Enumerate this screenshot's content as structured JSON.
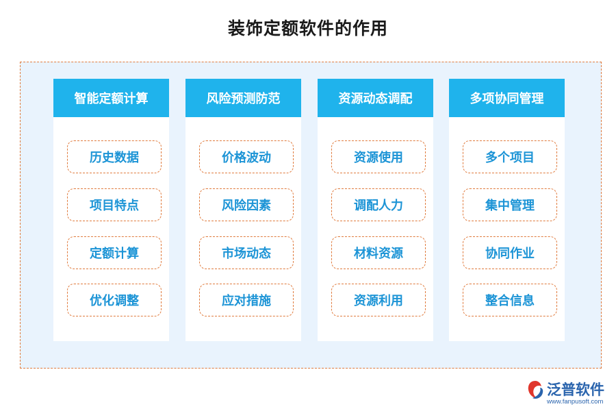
{
  "title": "装饰定额软件的作用",
  "columns": [
    {
      "header": "智能定额计算",
      "items": [
        "历史数据",
        "项目特点",
        "定额计算",
        "优化调整"
      ]
    },
    {
      "header": "风险预测防范",
      "items": [
        "价格波动",
        "风险因素",
        "市场动态",
        "应对措施"
      ]
    },
    {
      "header": "资源动态调配",
      "items": [
        "资源使用",
        "调配人力",
        "材料资源",
        "资源利用"
      ]
    },
    {
      "header": "多项协同管理",
      "items": [
        "多个项目",
        "集中管理",
        "协同作业",
        "整合信息"
      ]
    }
  ],
  "logo": {
    "name": "泛普软件",
    "url": "www.fanpusoft.com"
  },
  "colors": {
    "header_bg": "#1fb3ec",
    "item_text": "#1c94d6",
    "dash_border": "#e07a3c",
    "frame_bg": "#e9f3fd"
  }
}
